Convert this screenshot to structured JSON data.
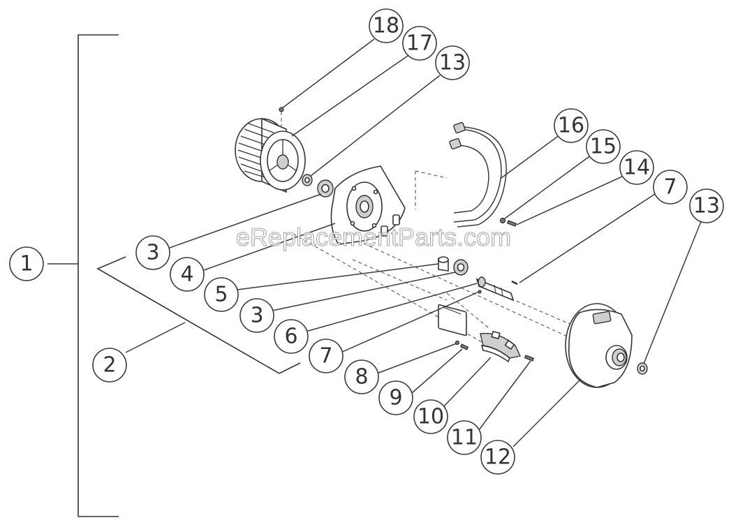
{
  "watermark": "eReplacementParts.com",
  "callouts": {
    "c1": "1",
    "c2": "2",
    "c3a": "3",
    "c3b": "3",
    "c4": "4",
    "c5": "5",
    "c6": "6",
    "c7a": "7",
    "c7b": "7",
    "c8": "8",
    "c9": "9",
    "c10": "10",
    "c11": "11",
    "c12": "12",
    "c13a": "13",
    "c13b": "13",
    "c14": "14",
    "c15": "15",
    "c16": "16",
    "c17": "17",
    "c18": "18"
  }
}
